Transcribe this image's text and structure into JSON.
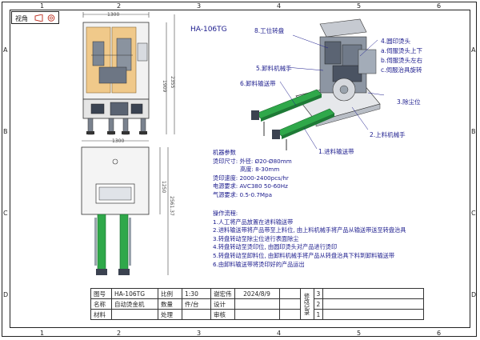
{
  "view_label": "视角",
  "model": "HA-106TG",
  "zones": {
    "columns": [
      "1",
      "2",
      "3",
      "4",
      "5",
      "6"
    ],
    "rows": [
      "A",
      "B",
      "C",
      "D"
    ]
  },
  "dimensions": {
    "front_width": "1300",
    "front_height_1": "1909",
    "front_height_2": "2355",
    "top_width": "1300",
    "top_depth_1": "1250",
    "top_depth_2": "2561.37"
  },
  "callouts": {
    "station_plate": "8.工位转盘",
    "unload_robot": "5.卸料机械手",
    "unload_conveyor": "6.卸料输送带",
    "print_head": "4.圆印烫头",
    "sub_a": "a.伺服烫头上下",
    "sub_b": "b.伺服烫头左右",
    "sub_c": "c.伺服治具旋转",
    "dust": "3.除尘位",
    "load_robot": "2.上料机械手",
    "feed_conveyor": "1.进料输送带"
  },
  "params": {
    "title": "机器参数",
    "lines": [
      "烫印尺寸: 外径: Ø20-Ø80mm",
      "高度: 8-30mm",
      "烫印速度: 2000-2400pcs/hr",
      "电源要求: AVC380  50-60Hz",
      "气源要求: 0.5-0.7Mpa"
    ]
  },
  "process": {
    "title": "操作流程:",
    "lines": [
      "1.人工将产品放置在进料输送带",
      "2.进料输送带将产品带至上料位, 由上料机械手将产品从输送带送至转盘治具",
      "3.转盘转动至除尘位进行表面除尘",
      "4.转盘转动至烫印位, 由圆印烫头对产品进行烫印",
      "5.转盘转动至卸料位, 由卸料机械手将产品从转盘治具下料到卸料输送带",
      "6.由卸料输送带将烫印好的产品运出"
    ]
  },
  "title_block": {
    "drawing_no_label": "图号",
    "drawing_no": "HA-106TG",
    "scale_label": "比例",
    "scale": "1:30",
    "designer": "谢宏伟",
    "date": "2024/8/9",
    "name_label": "名称",
    "name": "自动烫金机",
    "qty_label": "数量",
    "qty": "件/台",
    "design_label": "设计",
    "material_label": "材料",
    "treatment_label": "处理",
    "review_label": "审核",
    "revision_label": "修改记录",
    "rev_numbers": [
      "3",
      "2",
      "1"
    ]
  },
  "colors": {
    "line": "#1a1a8c",
    "green": "#2fa84a",
    "orange": "#e8b463",
    "steel": "#9aa3ad",
    "dark": "#3b4250"
  }
}
